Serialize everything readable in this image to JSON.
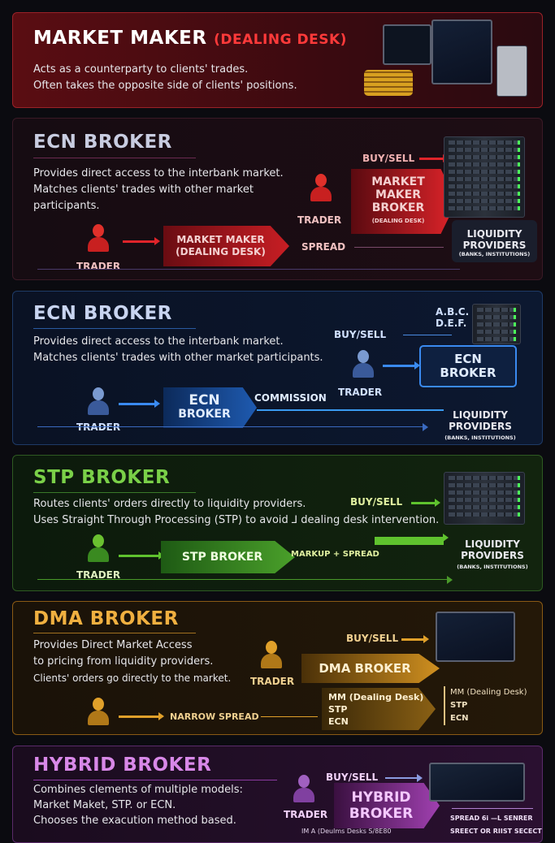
{
  "market_maker": {
    "title": "MARKET MAKER",
    "subtitle": "(DEALING DESK)",
    "lines": [
      "Acts as a counterparty to clients' trades.",
      "Often takes the opposite side of clients' positions."
    ],
    "color": "#c8262c"
  },
  "ecn_red": {
    "title": "ECN BROKER",
    "lines": [
      "Provides direct access to the interbank market.",
      "Matches clients' trades with other market",
      "participants."
    ],
    "buy_sell": "BUY/SELL",
    "trader": "TRADER",
    "trader2": "TRADER",
    "broker": [
      "MARKET",
      "MAKER",
      "BROKER"
    ],
    "broker_sub": "(DEALING DESK)",
    "box": [
      "MARKET MAKER",
      "(DEALING DESK)"
    ],
    "spread": "SPREAD",
    "lp": [
      "LIQUIDITY",
      "PROVIDERS"
    ],
    "lp_sub": "(BANKS, INSTITUTIONS)",
    "color": "#e0242a"
  },
  "ecn_blue": {
    "title": "ECN BROKER",
    "lines": [
      "Provides direct access to the interbank market.",
      "Matches clients' trades with other market participants."
    ],
    "abc": [
      "A.B.C.",
      "D.E.F."
    ],
    "buy_sell": "BUY/SELL",
    "trader": "TRADER",
    "trader2": "TRADER",
    "broker": [
      "ECN",
      "BROKER"
    ],
    "box": [
      "ECN",
      "BROKER"
    ],
    "commission": "COMMISSION",
    "lp": [
      "LIQUIDITY",
      "PROVIDERS"
    ],
    "lp_sub": "(BANKS, INSTITUTIONS)",
    "color": "#2f7fe0"
  },
  "stp": {
    "title": "STP BROKER",
    "lines": [
      "Routes clients' orders directly to liquidity providers.",
      "Uses Straight Through Processing (STP) to avoid ⅃ dealing desk intervention."
    ],
    "buy_sell": "BUY/SELL",
    "trader": "TRADER",
    "box": "STP BROKER",
    "markup": "MARKUP + SPREAD",
    "lp": [
      "LIQUIDITY",
      "PROVIDERS"
    ],
    "lp_sub": "(BANKS, INSTITUTIONS)",
    "color": "#5fc22e"
  },
  "dma": {
    "title": "DMA BROKER",
    "lines": [
      "Provides Direct Market Access",
      "to pricing from liquidity providers.",
      "Clients' orders go directly to the market."
    ],
    "buy_sell": "BUY/SELL",
    "trader": "TRADER",
    "broker": "DMA BROKER",
    "narrow": "NARROW SPREAD",
    "models": [
      "MM (Dealing Desk)",
      "STP",
      "ECN"
    ],
    "models_right": [
      "MM (Dealing Desk)",
      "STP",
      "ECN"
    ],
    "color": "#e0a02a"
  },
  "hybrid": {
    "title": "HYBRID BROKER",
    "lines": [
      "Combines clements of multiple models:",
      "Market Maket, STP. or ECN.",
      "Chooses the exacution method based."
    ],
    "buy_sell": "BUY/SELL",
    "trader": "TRADER",
    "broker": [
      "HYBRID",
      "BROKER"
    ],
    "right": [
      "SPREAD 6i —L SENRER",
      "SREECT OR RIIST SECECT"
    ],
    "bottom": "IM A (Deulms Desks S/8E80",
    "color": "#b052c8"
  }
}
